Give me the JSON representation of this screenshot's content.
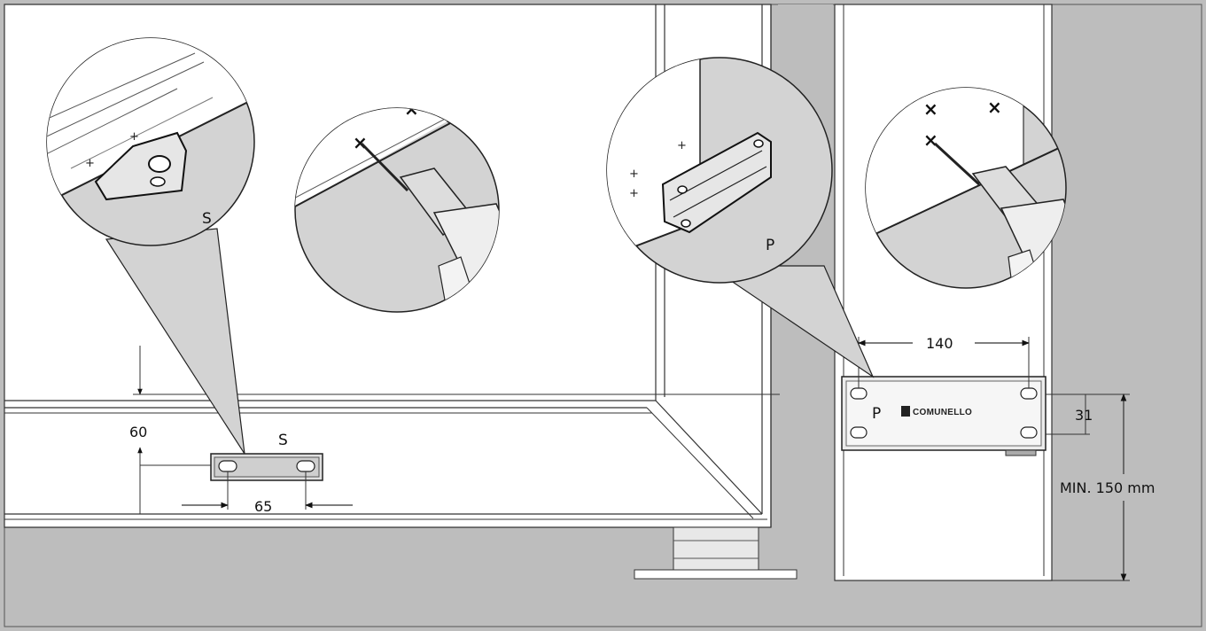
{
  "labels": {
    "bracket_s_zoom": "S",
    "bracket_p_zoom": "P",
    "bracket_s_plate": "S",
    "bracket_p_plate": "P",
    "brand": "COMUNELLO"
  },
  "dimensions": {
    "height_from_edge": "60",
    "s_hole_spacing": "65",
    "p_hole_spacing": "140",
    "p_vertical_spacing": "31",
    "min_height": "MIN. 150 mm"
  },
  "colors": {
    "background_floor": "#bdbdbd",
    "wall": "#ffffff",
    "outline": "#222222",
    "zoom_fill": "#d3d3d3"
  }
}
